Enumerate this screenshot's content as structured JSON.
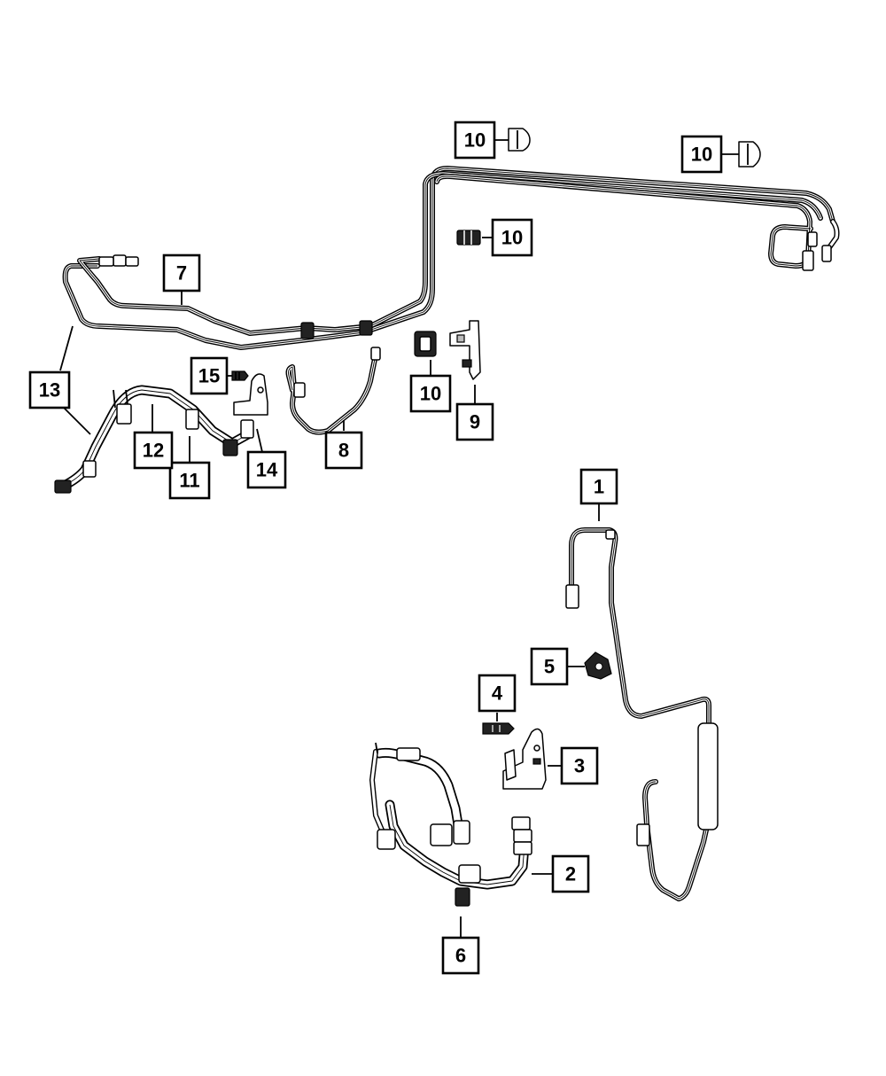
{
  "colors": {
    "ink": "#000000",
    "paper": "#ffffff"
  },
  "callouts": {
    "c1": "1",
    "c2": "2",
    "c3": "3",
    "c4": "4",
    "c5": "5",
    "c6": "6",
    "c7": "7",
    "c8": "8",
    "c9": "9",
    "c10": "10",
    "c11": "11",
    "c12": "12",
    "c13": "13",
    "c14": "14",
    "c15": "15"
  }
}
